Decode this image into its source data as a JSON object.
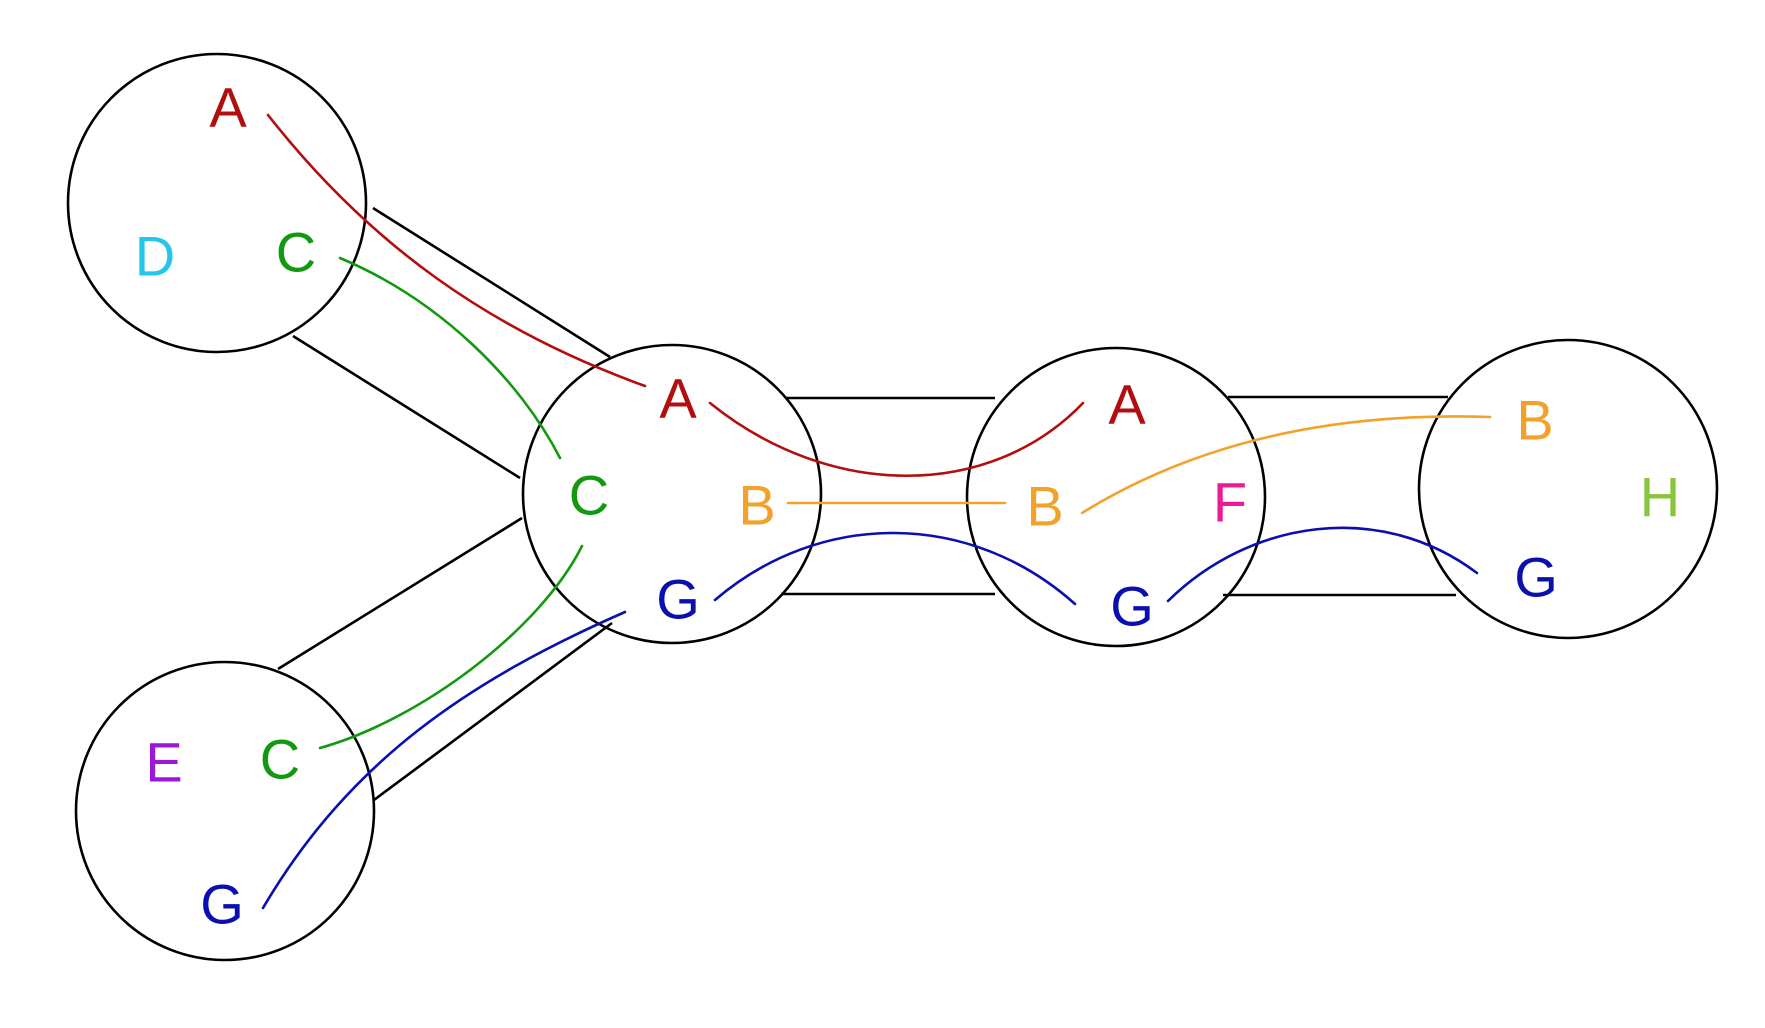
{
  "colors": {
    "A": "#b30e0e",
    "B": "#f2a22a",
    "C": "#13990f",
    "D": "#23c6ec",
    "E": "#9b19d6",
    "F": "#ea1a9b",
    "G": "#0a0fae",
    "H": "#86c53c",
    "outline": "#000000"
  },
  "nodes": {
    "top_left": {
      "labels": {
        "A": "A",
        "C": "C",
        "D": "D"
      }
    },
    "bottom_left": {
      "labels": {
        "C": "C",
        "E": "E",
        "G": "G"
      }
    },
    "center": {
      "labels": {
        "A": "A",
        "B": "B",
        "C": "C",
        "G": "G"
      }
    },
    "middle_right": {
      "labels": {
        "A": "A",
        "B": "B",
        "F": "F",
        "G": "G"
      }
    },
    "far_right": {
      "labels": {
        "B": "B",
        "G": "G",
        "H": "H"
      }
    }
  }
}
